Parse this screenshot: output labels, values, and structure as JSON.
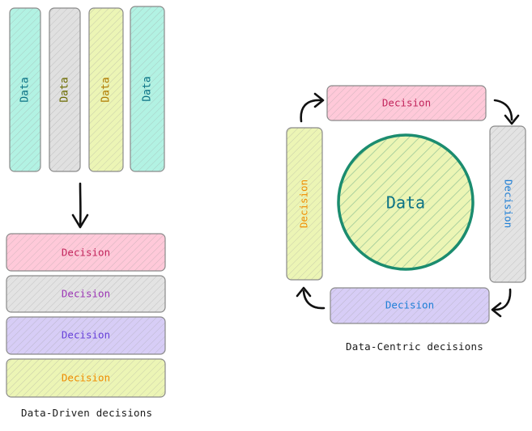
{
  "left": {
    "columns": [
      {
        "label": "Data",
        "fill": "#b2f2e3",
        "text_color": "#0b7285"
      },
      {
        "label": "Data",
        "fill": "#e0e0e0",
        "text_color": "#6c6c00"
      },
      {
        "label": "Data",
        "fill": "#ecf5b5",
        "text_color": "#b07a00"
      },
      {
        "label": "Data",
        "fill": "#b2f2e3",
        "text_color": "#0b7285"
      }
    ],
    "rows": [
      {
        "label": "Decision",
        "fill": "#ffc9d9",
        "text_color": "#c2255c"
      },
      {
        "label": "Decision",
        "fill": "#e3e3e3",
        "text_color": "#9c36b5"
      },
      {
        "label": "Decision",
        "fill": "#d7cdf6",
        "text_color": "#6741d9"
      },
      {
        "label": "Decision",
        "fill": "#ecf5b5",
        "text_color": "#f08c00"
      }
    ],
    "caption": "Data-Driven decisions"
  },
  "right": {
    "center_label": "Data",
    "center_fill": "#ecf5b5",
    "center_stroke": "#1b8c6f",
    "top": {
      "label": "Decision",
      "fill": "#ffc9d9",
      "text_color": "#c2255c"
    },
    "right": {
      "label": "Decision",
      "fill": "#e3e3e3",
      "text_color": "#1c7ed6"
    },
    "bottom": {
      "label": "Decision",
      "fill": "#d7cdf6",
      "text_color": "#1c7ed6"
    },
    "left": {
      "label": "Decision",
      "fill": "#ecf5b5",
      "text_color": "#f08c00"
    },
    "caption": "Data-Centric decisions"
  }
}
